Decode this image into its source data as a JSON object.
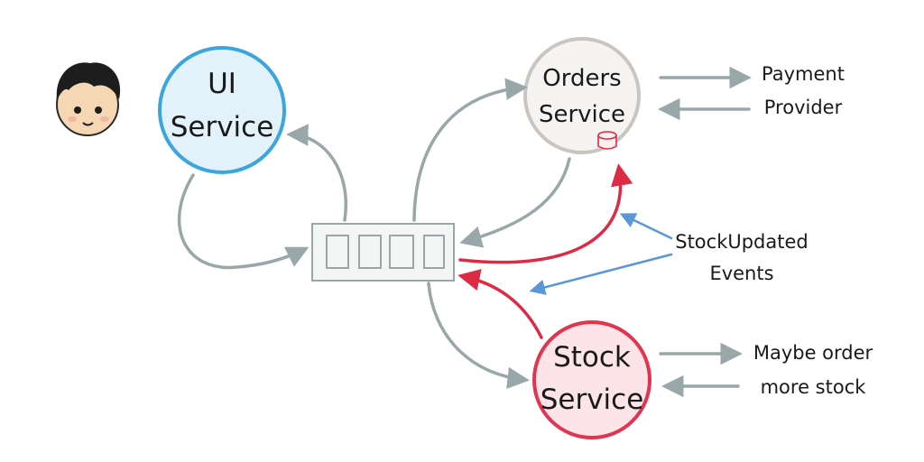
{
  "services": {
    "ui": {
      "line1": "UI",
      "line2": "Service"
    },
    "orders": {
      "line1": "Orders",
      "line2": "Service"
    },
    "stock": {
      "line1": "Stock",
      "line2": "Service"
    }
  },
  "external": {
    "payment": {
      "line1": "Payment",
      "line2": "Provider"
    },
    "maybe_order": {
      "line1": "Maybe order",
      "line2": "more stock"
    }
  },
  "events": {
    "line1": "StockUpdated",
    "line2": "Events"
  },
  "colors": {
    "ui_stroke": "#3aa6dd",
    "ui_fill": "#e3f1fa",
    "orders_stroke": "#c9c5c0",
    "orders_fill": "#f5f4f2",
    "stock_stroke": "#e0344f",
    "stock_fill": "#fce4e8",
    "gray_arrow": "#9aa7a9",
    "red_arrow": "#dd2a45",
    "blue_arrow": "#5b97d6"
  },
  "icons": {
    "user": "user-avatar-icon",
    "database": "database-icon",
    "queue": "message-queue-icon"
  }
}
